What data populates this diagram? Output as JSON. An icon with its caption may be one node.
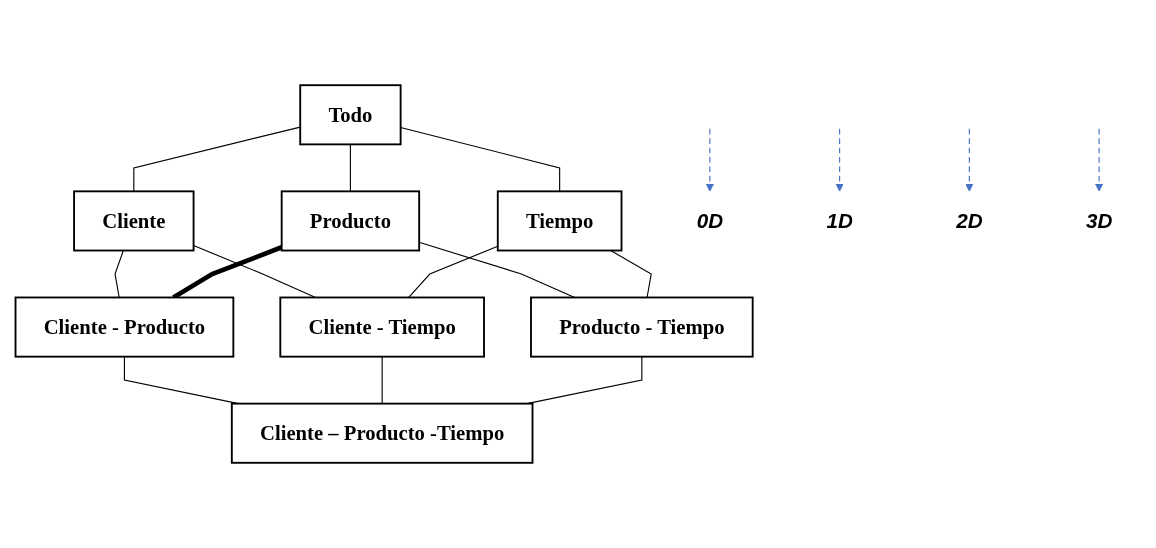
{
  "diagram": {
    "nodes": [
      {
        "text": [
          "Todo"
        ]
      },
      {
        "text": [
          "Cliente"
        ]
      },
      {
        "text": [
          "Producto"
        ]
      },
      {
        "text": [
          "Tiempo"
        ]
      },
      {
        "text": [
          "Cliente - Producto"
        ]
      },
      {
        "text": [
          "Cliente - Tiempo"
        ]
      },
      {
        "text": [
          "Producto - Tiempo"
        ]
      },
      {
        "text": [
          "Cliente – Producto -Tiempo"
        ]
      },
      {
        "text": [
          "0D"
        ]
      },
      {
        "text": [
          "1D"
        ]
      },
      {
        "text": [
          "2D"
        ]
      },
      {
        "text": [
          "3D"
        ]
      }
    ],
    "edges": [
      {
        "from": 0,
        "to": 1,
        "arrow": "none"
      },
      {
        "from": 0,
        "to": 2,
        "arrow": "none"
      },
      {
        "from": 0,
        "to": 3,
        "arrow": "none"
      },
      {
        "from": 1,
        "to": 4,
        "arrow": "none"
      },
      {
        "from": 1,
        "to": 5,
        "arrow": "none"
      },
      {
        "from": 2,
        "to": 4,
        "arrow": "none",
        "style": "thick"
      },
      {
        "from": 2,
        "to": 6,
        "arrow": "none"
      },
      {
        "from": 3,
        "to": 5,
        "arrow": "none"
      },
      {
        "from": 3,
        "to": 6,
        "arrow": "none"
      },
      {
        "from": 4,
        "to": 7,
        "arrow": "none"
      },
      {
        "from": 5,
        "to": 7,
        "arrow": "none"
      },
      {
        "from": 6,
        "to": 7,
        "arrow": "none"
      },
      {
        "from": null,
        "to": 8,
        "arrow": "to",
        "style": "dashed",
        "color": "#4472c4"
      },
      {
        "from": null,
        "to": 9,
        "arrow": "to",
        "style": "dashed",
        "color": "#4472c4"
      },
      {
        "from": null,
        "to": 10,
        "arrow": "to",
        "style": "dashed",
        "color": "#4472c4"
      },
      {
        "from": null,
        "to": 11,
        "arrow": "to",
        "style": "dashed",
        "color": "#4472c4"
      }
    ]
  }
}
